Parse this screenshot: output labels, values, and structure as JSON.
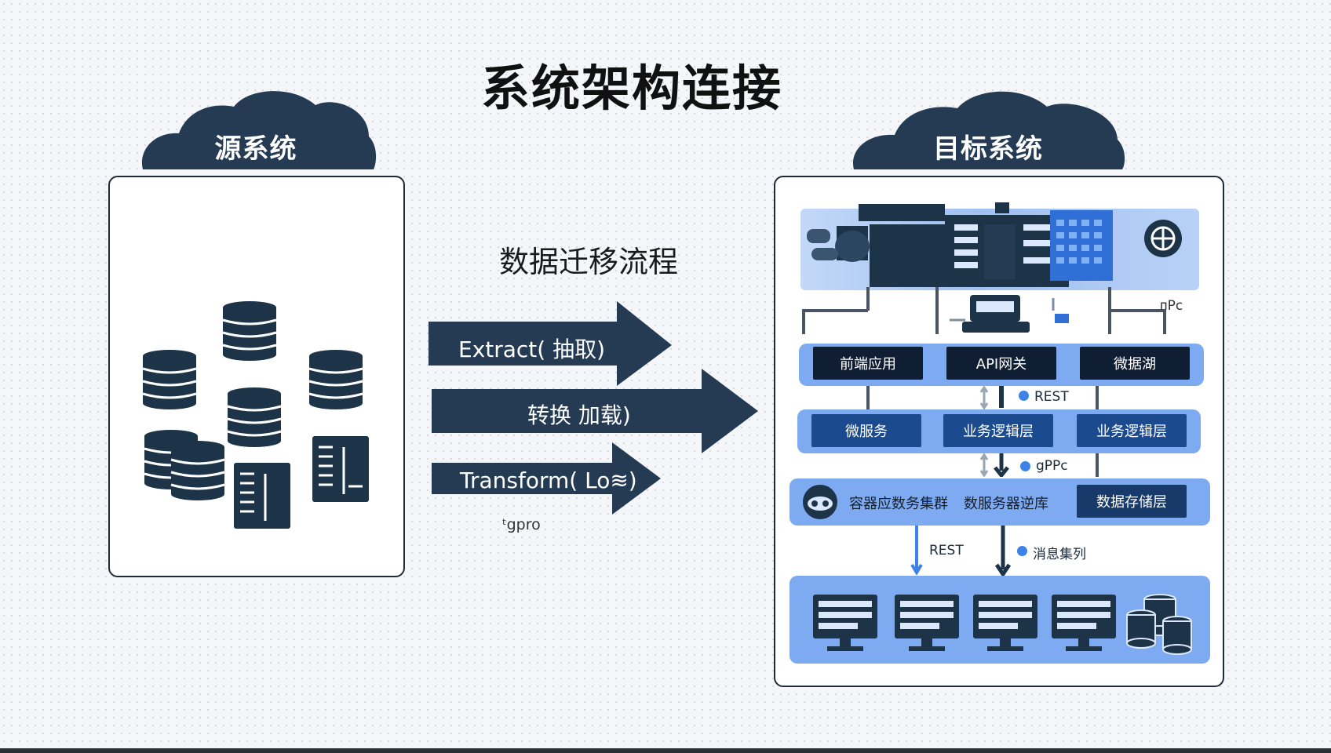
{
  "title": "系统架构连接",
  "source": {
    "label": "源系统"
  },
  "target": {
    "label": "目标系统"
  },
  "flow": {
    "title": "数据迁移流程",
    "arrows": [
      "Extract( 抽取)",
      "转换 加载)",
      "Transform( Lo≋)"
    ],
    "note": "ᵗgpro"
  },
  "side_label": "ᴨPc",
  "layers": {
    "top": [
      "前端应用",
      "API网关",
      "微据湖"
    ],
    "middle": [
      "微服务",
      "业务逻辑层",
      "业务逻辑层"
    ],
    "lower_text": [
      "容器应数务集群",
      "数服务器逆库"
    ],
    "lower_box": "数据存储层"
  },
  "connectors": [
    "REST",
    "gPPc",
    "REST",
    "消息集列"
  ],
  "colors": {
    "dark": "#243b53",
    "band": "#7daaf0",
    "component": "#0f1e33",
    "accent": "#3d82e6"
  }
}
